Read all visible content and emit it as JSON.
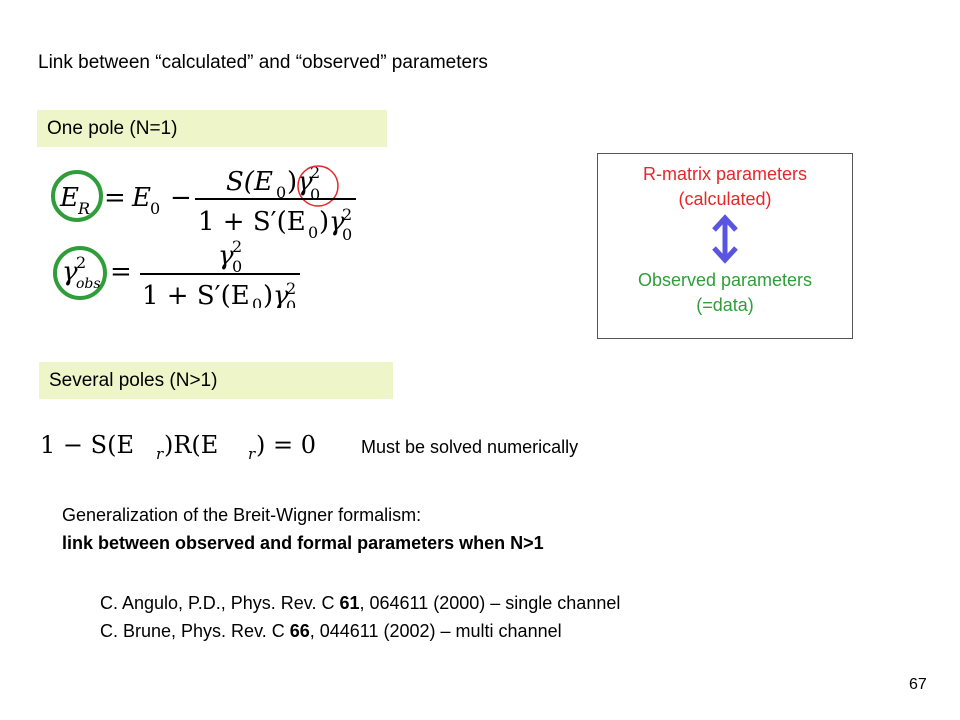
{
  "title": "Link between “calculated” and “observed” parameters",
  "one_pole_label": "One pole (N=1)",
  "several_poles_label": "Several poles (N>1)",
  "box": {
    "line1": "R-matrix parameters",
    "line2": "(calculated)",
    "line3": "Observed parameters",
    "line4": "(=data)"
  },
  "equations": {
    "eq1": {
      "lhs": "E",
      "lhs_sub": "R",
      "E0": "E",
      "zero": "0",
      "num": "S(E",
      "num_close": ")",
      "gamma": "γ",
      "sq": "2",
      "one_plus": "1 + S′(E",
      "close": ")"
    },
    "eq2": {
      "lhs": "γ",
      "lhs_sup": "2",
      "lhs_sub": "obs",
      "num": "γ",
      "num_sup": "2",
      "num_sub": "0",
      "den": "1 + S′(E",
      "den_sub": "0",
      "den_close": ")"
    },
    "eq3": {
      "text": "1 − S(E",
      "sub": "r",
      "mid": ")R(E",
      "end": ") = 0"
    }
  },
  "solve_note": "Must be solved numerically",
  "generalization": {
    "line1": "Generalization of the Breit-Wigner formalism:",
    "line2": "link between observed and formal parameters when N>1"
  },
  "refs": [
    {
      "pre": "C. Angulo, P.D., Phys. Rev. C ",
      "vol": "61",
      "post": ", 064611 (2000) – single channel"
    },
    {
      "pre": "C. Brune, Phys. Rev. C ",
      "vol": "66",
      "post": ", 044611 (2002) – multi channel"
    }
  ],
  "page_number": "67",
  "colors": {
    "band": "#eef5c8",
    "red": "#e8262a",
    "green": "#2f9e3a",
    "arrow": "#5a55e0"
  }
}
